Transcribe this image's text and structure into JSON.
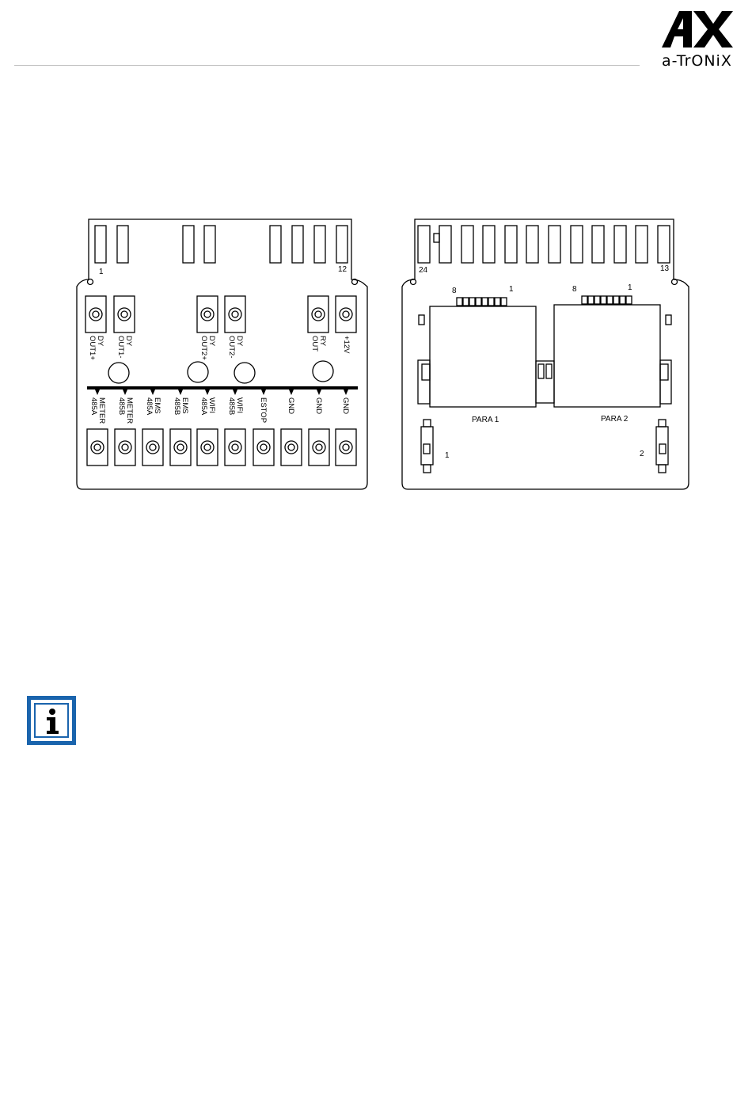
{
  "brand": {
    "logo_text": "a-TrONiX",
    "accent_color": "#1a64ad"
  },
  "left_board": {
    "pin_first": "1",
    "pin_last": "12",
    "upper_labels": [
      {
        "line1": "DY",
        "line2": "OUT1+"
      },
      {
        "line1": "DY",
        "line2": "OUT1-"
      },
      {
        "line1": "DY",
        "line2": "OUT2+"
      },
      {
        "line1": "DY",
        "line2": "OUT2-"
      },
      {
        "line1": "RY",
        "line2": "OUT"
      },
      {
        "line1": "+12V",
        "line2": ""
      }
    ],
    "lower_labels": [
      {
        "line1": "METER",
        "line2": "485A"
      },
      {
        "line1": "METER",
        "line2": "485B"
      },
      {
        "line1": "EMS",
        "line2": "485A"
      },
      {
        "line1": "EMS",
        "line2": "485B"
      },
      {
        "line1": "WIFI",
        "line2": "485A"
      },
      {
        "line1": "WIFI",
        "line2": "485B"
      },
      {
        "line1": "ESTOP",
        "line2": ""
      },
      {
        "line1": "GND",
        "line2": ""
      },
      {
        "line1": "GND",
        "line2": ""
      },
      {
        "line1": "GND",
        "line2": ""
      }
    ]
  },
  "right_board": {
    "pin_first": "24",
    "pin_last": "13",
    "port1_pin_left": "8",
    "port1_pin_right": "1",
    "port2_pin_left": "8",
    "port2_pin_right": "1",
    "port1_label": "PARA 1",
    "port2_label": "PARA 2",
    "switch1_label": "1",
    "switch2_label": "2"
  },
  "info_icon": {
    "glyph": "i",
    "name": "info-icon"
  }
}
